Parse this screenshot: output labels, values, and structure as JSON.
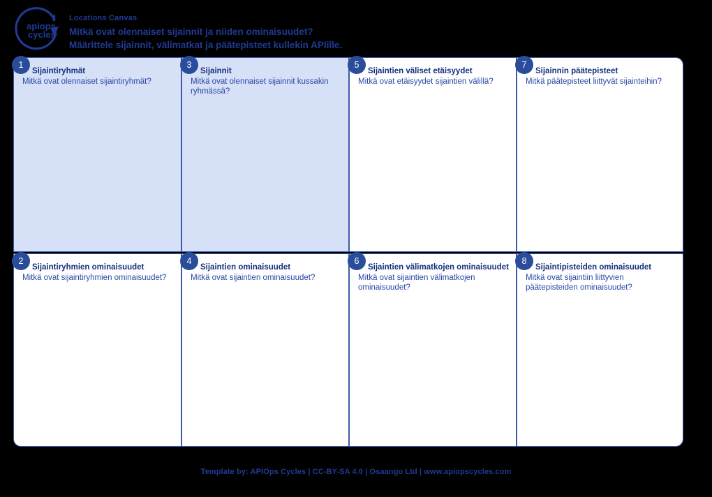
{
  "header": {
    "logo_name": "apiops-cycles-logo",
    "logo_text_top": "apiops",
    "logo_text_bottom": "cycles",
    "eyebrow": "Locations Canvas",
    "question": "Mitkä ovat olennaiset sijainnit ja niiden ominaisuudet?",
    "subtitle": "Määrittele sijainnit, välimatkat ja päätepisteet kullekin APIille."
  },
  "colors": {
    "background": "#000000",
    "brand_blue": "#1f3a93",
    "card_border": "#3d5ba9",
    "card_fill_highlight": "#d6e0f7",
    "card_fill_plain": "#ffffff",
    "badge_fill": "#2a4d9b",
    "badge_text": "#ffffff",
    "title_text": "#16307d",
    "question_text": "#2a49a5"
  },
  "cards": [
    {
      "number": "1",
      "title": "Sijaintiryhmät",
      "question": "Mitkä ovat olennaiset sijaintiryhmät?",
      "filled": true
    },
    {
      "number": "3",
      "title": "Sijainnit",
      "question": "Mitkä ovat olennaiset sijainnit kussakin ryhmässä?",
      "filled": true
    },
    {
      "number": "5",
      "title": "Sijaintien väliset etäisyydet",
      "question": "Mitkä ovat etäisyydet sijaintien välillä?",
      "filled": false
    },
    {
      "number": "7",
      "title": "Sijainnin päätepisteet",
      "question": "Mitkä päätepisteet liittyvät sijainteihin?",
      "filled": false
    },
    {
      "number": "2",
      "title": "Sijaintiryhmien ominaisuudet",
      "question": "Mitkä ovat sijaintiryhmien ominaisuudet?",
      "filled": false
    },
    {
      "number": "4",
      "title": "Sijaintien ominaisuudet",
      "question": "Mitkä ovat sijaintien ominaisuudet?",
      "filled": false
    },
    {
      "number": "6",
      "title": "Sijaintien välimatkojen ominaisuudet",
      "question": "Mitkä ovat sijaintien välimatkojen ominaisuudet?",
      "filled": false
    },
    {
      "number": "8",
      "title": "Sijaintipisteiden ominaisuudet",
      "question": "Mitkä ovat sijaintiin liittyvien päätepisteiden ominaisuudet?",
      "filled": false
    }
  ],
  "footer": {
    "text": "Template by: APIOps Cycles | CC-BY-SA 4.0 | Osaango Ltd | www.apiopscycles.com"
  }
}
